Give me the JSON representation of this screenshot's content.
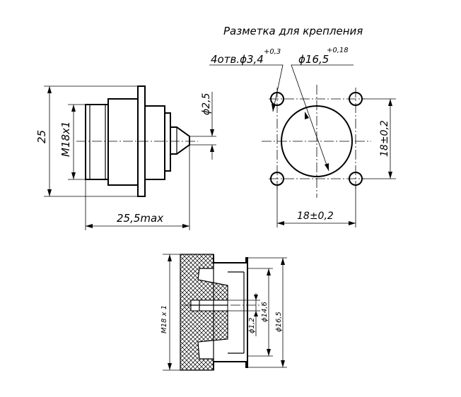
{
  "title": "Разметка для крепления",
  "front_view": {
    "dim_height": "25",
    "dim_thread": "M18x1",
    "dim_length": "25,5max",
    "dim_pin": "ϕ2,5"
  },
  "hole_pattern": {
    "holes_label": "4отв.ϕ3,4",
    "holes_tol": "+0,3",
    "center_label": "ϕ16,5",
    "center_tol": "+0,18",
    "dim_vertical": "18±0,2",
    "dim_horizontal": "18±0,2"
  },
  "section_view": {
    "dim_thread": "M18 x 1",
    "dim_small": "ϕ1,2",
    "dim_mid": "ϕ14,6",
    "dim_outer": "ϕ16,5"
  }
}
